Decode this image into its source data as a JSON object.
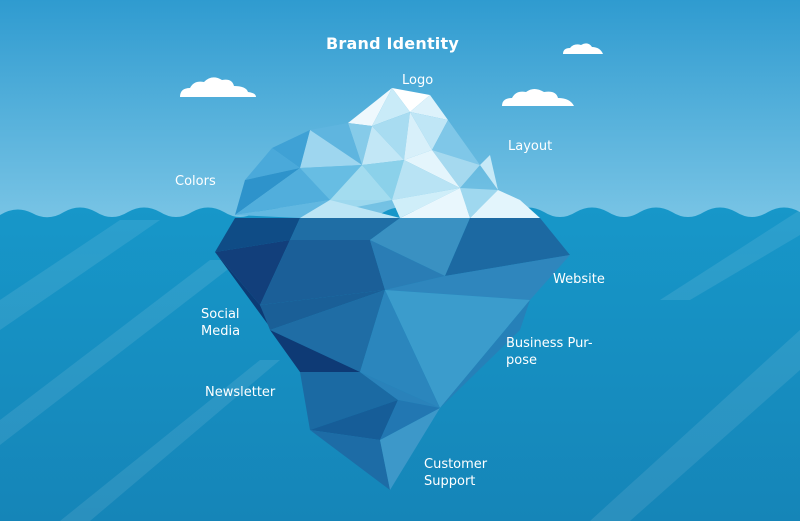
{
  "title": "Brand Identity",
  "labels": {
    "logo": "Logo",
    "layout": "Layout",
    "colors": "Colors",
    "website": "Website",
    "social_media_line1": "Social",
    "social_media_line2": "Media",
    "business_purpose_line1": "Business Pur-",
    "business_purpose_line2": "pose",
    "newsletter": "Newsletter",
    "customer_support_line1": "Customer",
    "customer_support_line2": "Support"
  },
  "colors": {
    "sky_top": "#2f9bd0",
    "sky_bottom": "#7cc6e6",
    "sea_top": "#1797c9",
    "sea_bottom": "#1585b8",
    "ice_light": "#dff3fb",
    "ice_mid": "#9fd6ee",
    "ice_deep": "#0d3f7a"
  }
}
